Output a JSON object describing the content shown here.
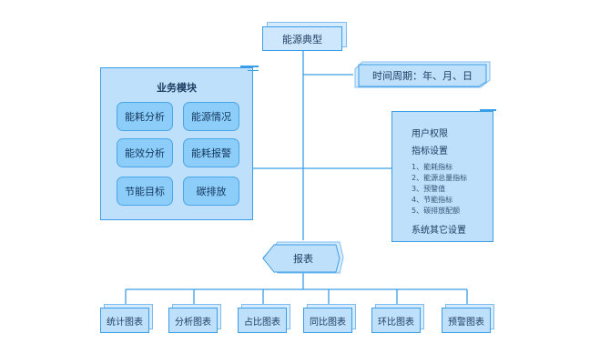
{
  "root": {
    "label": "能源典型"
  },
  "time_period": {
    "label": "时间周期：年、月、日"
  },
  "business": {
    "title": "业务模块",
    "cards": [
      "能耗分析",
      "能源情况",
      "能效分析",
      "能耗报警",
      "节能目标",
      "碳排放"
    ]
  },
  "permissions": {
    "title": "用户权限",
    "indicator_title": "指标设置",
    "items": [
      "1、能耗指标",
      "2、能源总量指标",
      "3、预警值",
      "4、节能指标",
      "5、碳排放配额"
    ],
    "other": "系统其它设置"
  },
  "report": {
    "label": "报表",
    "children": [
      "统计图表",
      "分析图表",
      "占比图表",
      "同比图表",
      "环比图表",
      "预警图表"
    ]
  },
  "colors": {
    "line": "#3a9ee6",
    "fill": "#bfe0fb",
    "card": "#8ccdfa",
    "text": "#1f3e63"
  }
}
